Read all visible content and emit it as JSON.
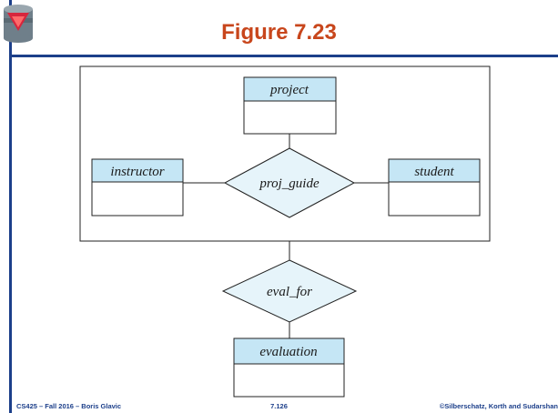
{
  "slide": {
    "title": "Figure 7.23"
  },
  "diagram": {
    "aggregation_box": {
      "entities": [
        {
          "id": "project",
          "label": "project"
        },
        {
          "id": "instructor",
          "label": "instructor"
        },
        {
          "id": "student",
          "label": "student"
        }
      ],
      "relationship": {
        "id": "proj_guide",
        "label": "proj_guide"
      }
    },
    "outer": {
      "relationship": {
        "id": "eval_for",
        "label": "eval_for"
      },
      "entity": {
        "id": "evaluation",
        "label": "evaluation"
      }
    },
    "colors": {
      "entity_header": "#c5e6f5",
      "relationship_fill": "#e6f4fa",
      "stroke": "#222222"
    }
  },
  "footer": {
    "left": "CS425 – Fall 2016 – Boris Glavic",
    "center": "7.126",
    "right": "©Silberschatz, Korth and Sudarshan"
  }
}
